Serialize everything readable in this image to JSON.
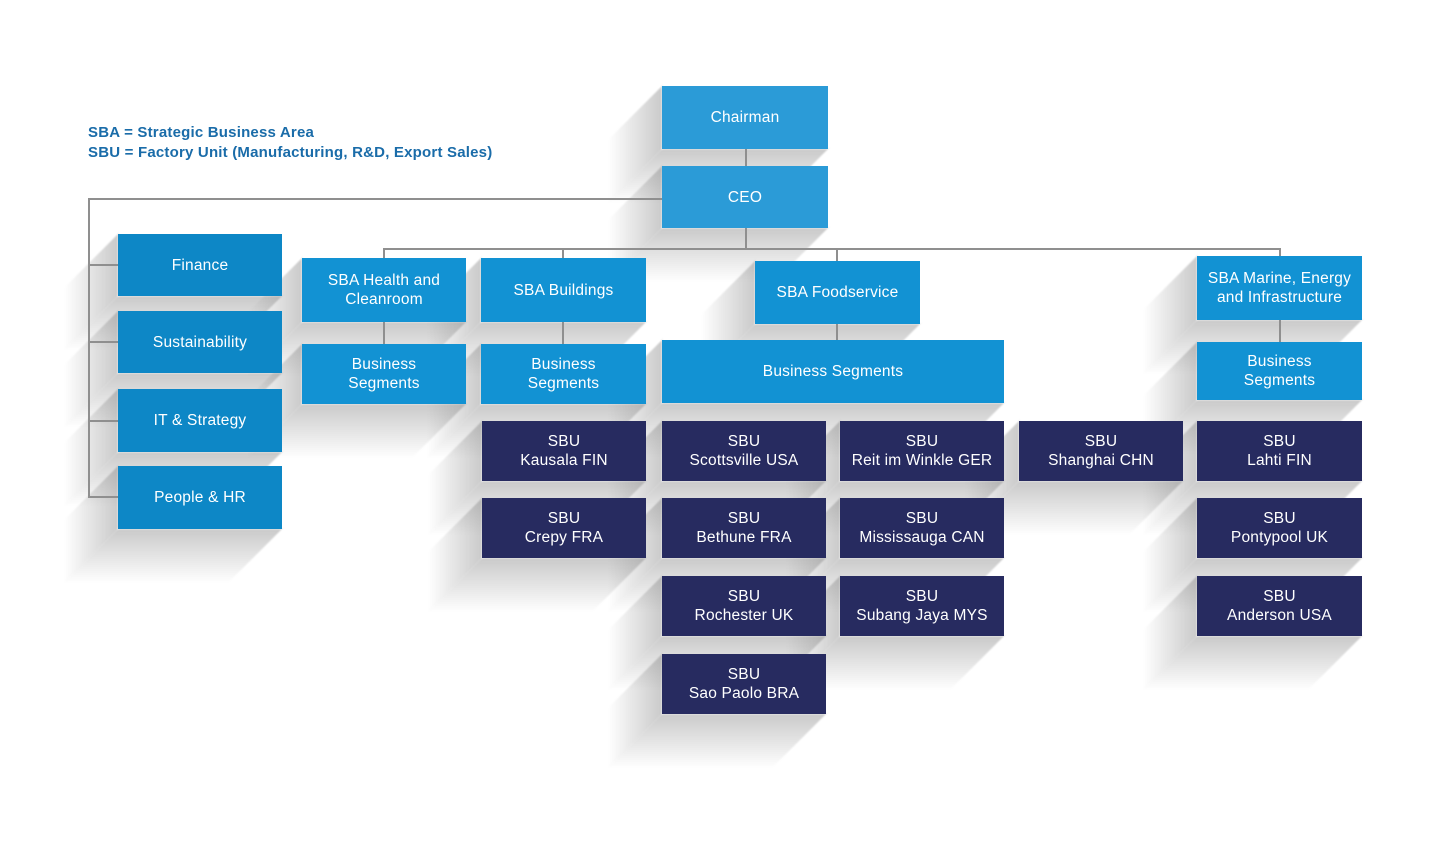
{
  "legend": {
    "line1": "SBA = Strategic Business Area",
    "line2": "SBU = Factory Unit (Manufacturing, R&D, Export Sales)"
  },
  "labels": {
    "business_segments": "Business Segments"
  },
  "org": {
    "chairman": "Chairman",
    "ceo": "CEO",
    "staff_units": [
      {
        "label": "Finance"
      },
      {
        "label": "Sustainability"
      },
      {
        "label": "IT & Strategy"
      },
      {
        "label": "People & HR"
      }
    ],
    "sba_units": [
      {
        "label": "SBA Health and Cleanroom"
      },
      {
        "label": "SBA Buildings"
      },
      {
        "label": "SBA Foodservice"
      },
      {
        "label": "SBA Marine, Energy and Infrastructure"
      }
    ],
    "sbu_units": [
      {
        "prefix": "SBU",
        "location": "Kausala FIN"
      },
      {
        "prefix": "SBU",
        "location": "Scottsville USA"
      },
      {
        "prefix": "SBU",
        "location": "Reit im Winkle GER"
      },
      {
        "prefix": "SBU",
        "location": "Shanghai CHN"
      },
      {
        "prefix": "SBU",
        "location": "Lahti FIN"
      },
      {
        "prefix": "SBU",
        "location": "Crepy FRA"
      },
      {
        "prefix": "SBU",
        "location": "Bethune FRA"
      },
      {
        "prefix": "SBU",
        "location": "Mississauga CAN"
      },
      {
        "prefix": "SBU",
        "location": "Pontypool UK"
      },
      {
        "prefix": "SBU",
        "location": "Rochester UK"
      },
      {
        "prefix": "SBU",
        "location": "Subang Jaya MYS"
      },
      {
        "prefix": "SBU",
        "location": "Anderson USA"
      },
      {
        "prefix": "SBU",
        "location": "Sao Paolo BRA"
      }
    ]
  },
  "colors": {
    "executive_box": "#2b9bd7",
    "sba_box": "#1292d3",
    "staff_box": "#0d87c6",
    "sbu_box": "#272b60",
    "box_text": "#ffffff",
    "legend_text": "#1a6ca9",
    "connector": "#8f8f8f",
    "background": "#ffffff"
  }
}
